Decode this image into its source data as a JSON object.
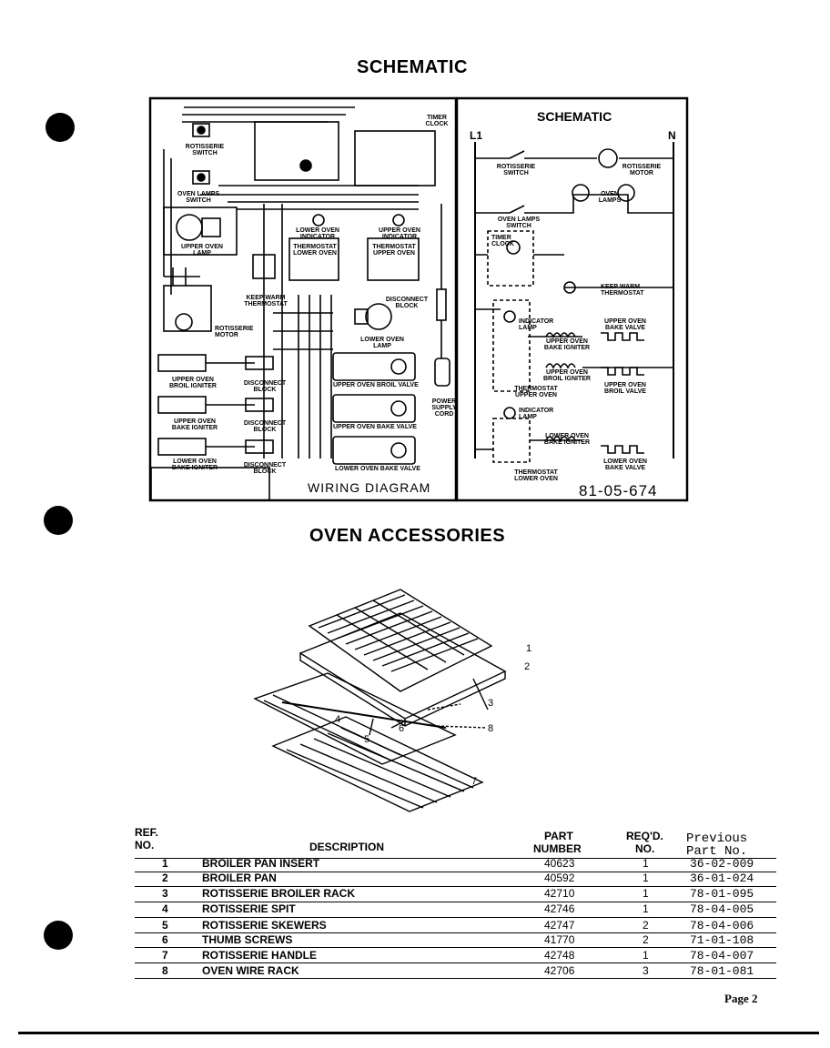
{
  "page_title": "SCHEMATIC",
  "schematic": {
    "wiring_label": "WIRING DIAGRAM",
    "schematic_label": "SCHEMATIC",
    "doc_number": "81-05-674",
    "l1": "L1",
    "n": "N",
    "wiring_components": [
      "ROTISSERIE SWITCH",
      "OVEN LAMPS SWITCH",
      "UPPER OVEN LAMP",
      "ROTISSERIE MOTOR",
      "UPPER OVEN BROIL IGNITER",
      "UPPER OVEN BAKE IGNITER",
      "LOWER OVEN BAKE IGNITER",
      "DISCONNECT BLOCK",
      "DISCONNECT BLOCK",
      "DISCONNECT BLOCK",
      "KEEP WARM THERMOSTAT",
      "LOWER OVEN INDICATOR",
      "UPPER OVEN INDICATOR",
      "THERMOSTAT LOWER OVEN",
      "THERMOSTAT UPPER OVEN",
      "DISCONNECT BLOCK",
      "LOWER OVEN LAMP",
      "UPPER OVEN BROIL VALVE",
      "UPPER OVEN BAKE VALVE",
      "LOWER OVEN BAKE VALVE",
      "POWER SUPPLY CORD",
      "TIMER CLOCK"
    ],
    "schematic_components": [
      "ROTISSERIE SWITCH",
      "ROTISSERIE MOTOR",
      "OVEN LAMPS",
      "OVEN LAMPS SWITCH",
      "TIMER CLOCK",
      "KEEP WARM THERMOSTAT",
      "INDICATOR LAMP",
      "UPPER OVEN BAKE VALVE",
      "UPPER OVEN BAKE IGNITER",
      "UPPER OVEN BROIL IGNITER",
      "UPPER OVEN BROIL VALVE",
      "THERMOSTAT UPPER OVEN",
      "INDICATOR LAMP",
      "LOWER OVEN BAKE IGNITER",
      "LOWER OVEN BAKE VALVE",
      "THERMOSTAT LOWER OVEN"
    ]
  },
  "accessories_title": "OVEN ACCESSORIES",
  "callouts": [
    "1",
    "2",
    "3",
    "4",
    "5",
    "6",
    "8",
    "7"
  ],
  "table": {
    "headers": {
      "ref_a": "REF.",
      "ref_b": "NO.",
      "description": "DESCRIPTION",
      "part_a": "PART",
      "part_b": "NUMBER",
      "req_a": "REQ'D.",
      "req_b": "NO.",
      "prev_a": "Previous",
      "prev_b": "Part No."
    },
    "rows": [
      {
        "ref": "1",
        "description": "BROILER PAN INSERT",
        "part": "40623",
        "req": "1",
        "prev": "36-02-009"
      },
      {
        "ref": "2",
        "description": "BROILER PAN",
        "part": "40592",
        "req": "1",
        "prev": "36-01-024"
      },
      {
        "ref": "3",
        "description": "ROTISSERIE BROILER RACK",
        "part": "42710",
        "req": "1",
        "prev": "78-01-095"
      },
      {
        "ref": "4",
        "description": "ROTISSERIE SPIT",
        "part": "42746",
        "req": "1",
        "prev": "78-04-005"
      },
      {
        "ref": "5",
        "description": "ROTISSERIE SKEWERS",
        "part": "42747",
        "req": "2",
        "prev": "78-04-006"
      },
      {
        "ref": "6",
        "description": "THUMB SCREWS",
        "part": "41770",
        "req": "2",
        "prev": "71-01-108"
      },
      {
        "ref": "7",
        "description": "ROTISSERIE HANDLE",
        "part": "42748",
        "req": "1",
        "prev": "78-04-007"
      },
      {
        "ref": "8",
        "description": "OVEN WIRE RACK",
        "part": "42706",
        "req": "3",
        "prev": "78-01-081"
      }
    ]
  },
  "page_number": "Page 2"
}
